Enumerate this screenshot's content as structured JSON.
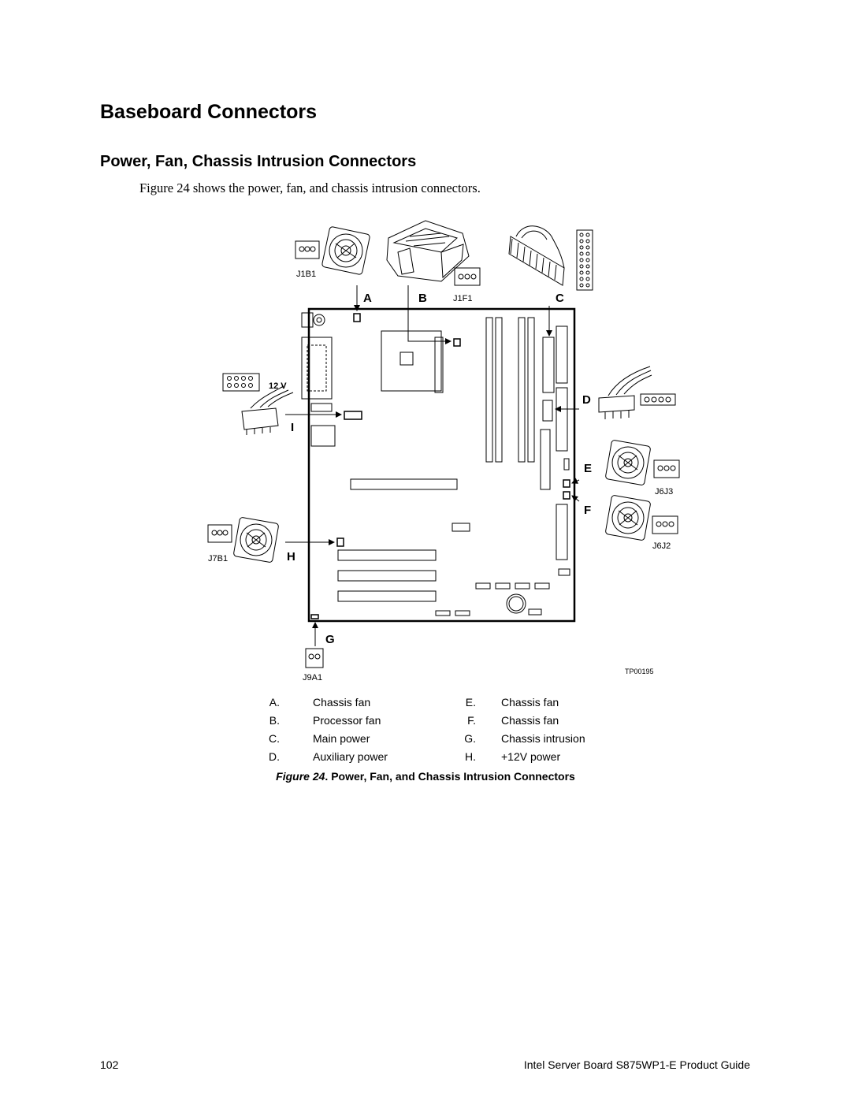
{
  "section_title": "Baseboard Connectors",
  "subsection_title": "Power, Fan, Chassis Intrusion Connectors",
  "intro_text": "Figure 24 shows the power, fan, and chassis intrusion connectors.",
  "diagram": {
    "connector_labels": {
      "j1b1": "J1B1",
      "j1f1": "J1F1",
      "j6j3": "J6J3",
      "j6j2": "J6J2",
      "j7b1": "J7B1",
      "j9a1": "J9A1",
      "twelve_v": "12 V",
      "art_id": "TP00195"
    },
    "callouts": {
      "a": "A",
      "b": "B",
      "c": "C",
      "d": "D",
      "e": "E",
      "f": "F",
      "g": "G",
      "h": "H",
      "i": "I"
    }
  },
  "legend": {
    "left": [
      {
        "key": "A.",
        "value": "Chassis fan"
      },
      {
        "key": "B.",
        "value": "Processor fan"
      },
      {
        "key": "C.",
        "value": "Main power"
      },
      {
        "key": "D.",
        "value": "Auxiliary power"
      }
    ],
    "right": [
      {
        "key": "E.",
        "value": "Chassis fan"
      },
      {
        "key": "F.",
        "value": "Chassis fan"
      },
      {
        "key": "G.",
        "value": "Chassis intrusion"
      },
      {
        "key": "H.",
        "value": "+12V power"
      }
    ]
  },
  "caption": {
    "figure_label": "Figure 24",
    "text": ". Power, Fan, and Chassis Intrusion Connectors"
  },
  "footer": {
    "page_number": "102",
    "doc_title": "Intel Server Board S875WP1-E Product Guide"
  }
}
